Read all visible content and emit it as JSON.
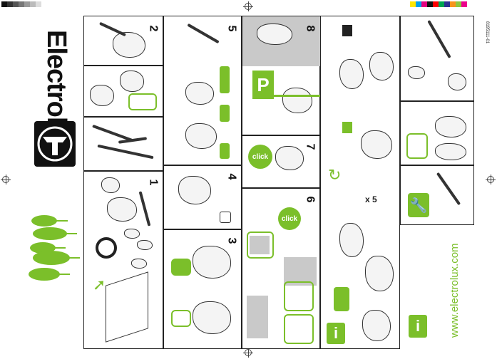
{
  "brand": {
    "name": "Electrolux",
    "website": "www.electrolux.com"
  },
  "doc_code": "8195111-01",
  "steps": {
    "s1": "1",
    "s2": "2",
    "s3": "3",
    "s4": "4",
    "s5": "5",
    "s6": "6",
    "s7": "7",
    "s8": "8"
  },
  "labels": {
    "click_a": "click",
    "click_b": "click",
    "parking": "P",
    "times": "x 5",
    "info_a": "i",
    "info_b": "i"
  },
  "colors": {
    "accent": "#7bbf2a",
    "ink": "#111111",
    "grey": "#c9c9c9"
  },
  "calibration_strip": [
    "#111111",
    "#333333",
    "#555555",
    "#777777",
    "#999999",
    "#bbbbbb",
    "#dddddd",
    "#ffffff"
  ],
  "color_strip": [
    "#ffe600",
    "#00a0e9",
    "#e4007f",
    "#111111",
    "#ff0000",
    "#00a651",
    "#2e3192",
    "#f7941d",
    "#8dc63f",
    "#ec008c"
  ]
}
